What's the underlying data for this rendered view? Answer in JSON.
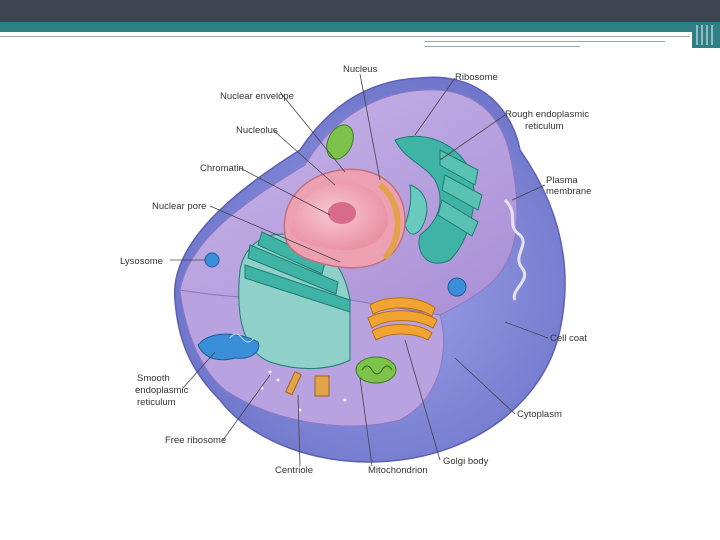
{
  "colors": {
    "header_dark": "#3f4452",
    "header_teal": "#2e7f86",
    "cytoplasm": "#b79fdc",
    "cell_coat": "#7d84d6",
    "nucleus": "#f3b0be",
    "er": "#3fb3a5",
    "golgi": "#f2a433",
    "mitochondria": "#7cc24b",
    "lysosome": "#3b8ed8"
  },
  "labels": {
    "nucleus": "Nucleus",
    "ribosome": "Ribosome",
    "nuclear_envelope": "Nuclear envelope",
    "rough_er_1": "Rough endoplasmic",
    "rough_er_2": "reticulum",
    "nucleolus": "Nucleolus",
    "chromatin": "Chromatin",
    "plasma_membrane_1": "Plasma",
    "plasma_membrane_2": "membrane",
    "nuclear_pore": "Nuclear pore",
    "lysosome": "Lysosome",
    "cell_coat": "Cell coat",
    "smooth_er_1": "Smooth",
    "smooth_er_2": "endoplasmic",
    "smooth_er_3": "reticulum",
    "cytoplasm": "Cytoplasm",
    "free_ribosome": "Free ribosome",
    "centriole": "Centriole",
    "mitochondrion": "Mitochondrion",
    "golgi_body": "Golgi body"
  }
}
